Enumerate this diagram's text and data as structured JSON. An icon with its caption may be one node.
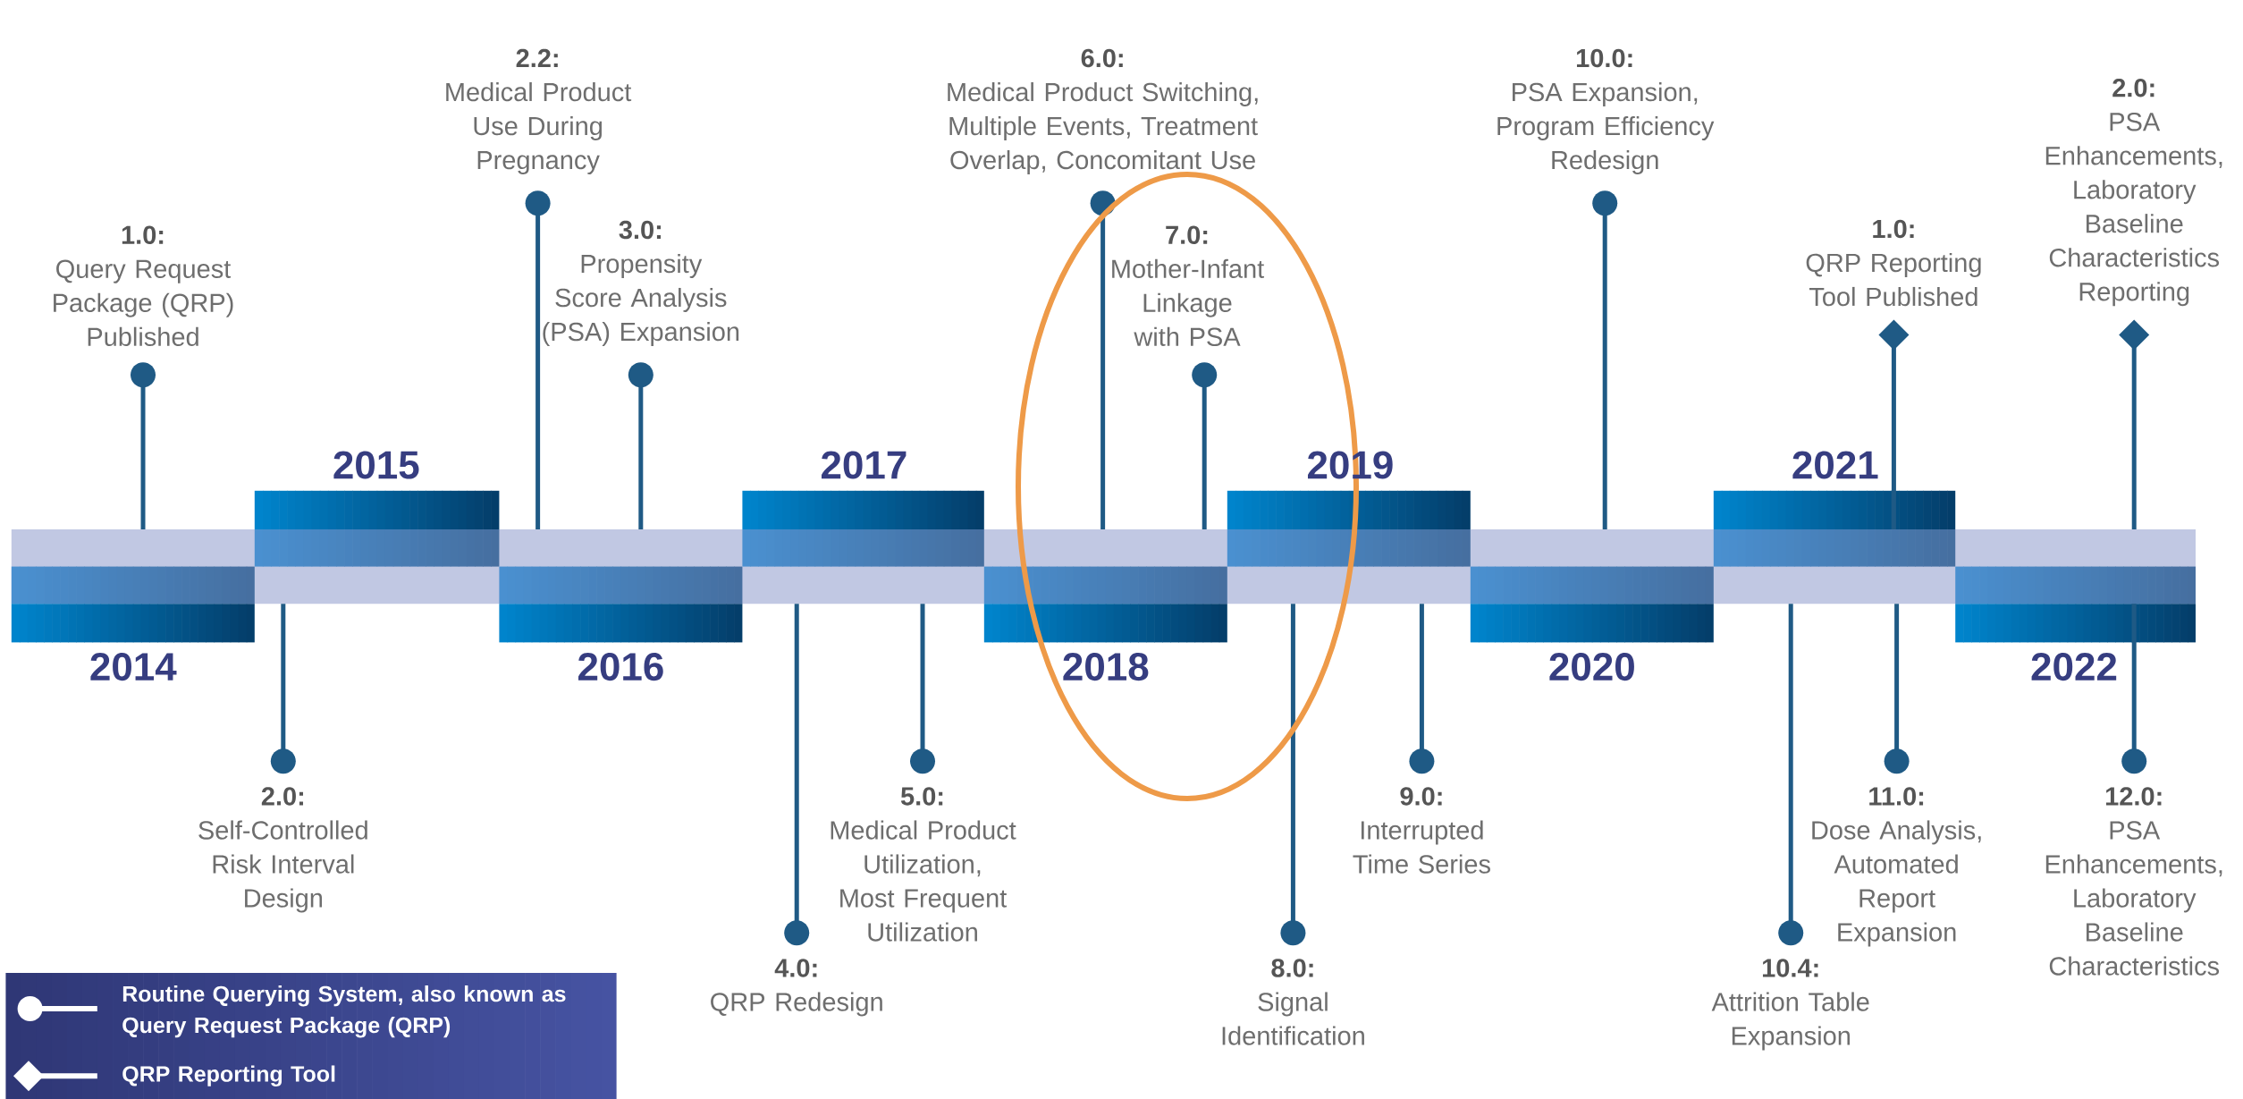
{
  "diagram": {
    "nodes": [
      {
        "text": [
          "1.0:",
          "Query Request Package (QRP) Published"
        ]
      },
      {
        "text": [
          "2.0:",
          "Self-Controlled Risk Interval Design"
        ]
      },
      {
        "text": [
          "2.2:",
          "Medical Product Use During Pregnancy"
        ]
      },
      {
        "text": [
          "3.0:",
          "Propensity Score Analysis (PSA) Expansion"
        ]
      },
      {
        "text": [
          "4.0:",
          "QRP Redesign"
        ]
      },
      {
        "text": [
          "5.0:",
          "Medical Product Utilization, Most Frequent Utilization"
        ]
      },
      {
        "text": [
          "6.0:",
          "Medical Product Switching, Multiple Events, Treatment Overlap, Concomitant Use"
        ]
      },
      {
        "text": [
          "7.0:",
          "Mother-Infant Linkage with PSA"
        ]
      },
      {
        "text": [
          "8.0:",
          "Signal Identification"
        ]
      },
      {
        "text": [
          "9.0:",
          "Interrupted Time Series"
        ]
      },
      {
        "text": [
          "10.0:",
          "PSA Expansion, Program Efficiency Redesign"
        ]
      },
      {
        "text": [
          "10.4:",
          "Attrition Table Expansion"
        ]
      },
      {
        "text": [
          "1.0:",
          "QRP Reporting Tool Published"
        ]
      },
      {
        "text": [
          "11.0:",
          "Dose Analysis, Automated Report Expansion"
        ]
      },
      {
        "text": [
          "2.0:",
          "PSA Enhancements, Laboratory Baseline Characteristics Reporting"
        ]
      },
      {
        "text": [
          "12.0:",
          "PSA Enhancements, Laboratory Baseline Characteristics"
        ]
      }
    ],
    "labels": [
      "2014",
      "2015",
      "2016",
      "2017",
      "2018",
      "2019",
      "2020",
      "2021",
      "2022"
    ],
    "legend": [
      {
        "text": "Routine Querying System, also known as Query Request Package (QRP)"
      },
      {
        "text": "QRP Reporting Tool"
      }
    ]
  }
}
